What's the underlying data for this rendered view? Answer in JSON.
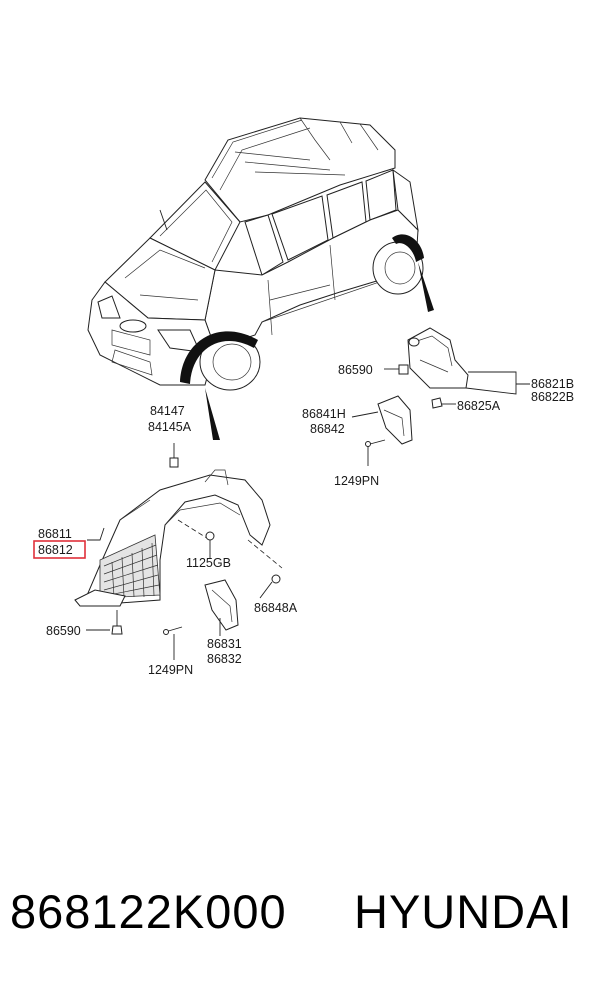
{
  "diagram": {
    "labels": {
      "l84147": "84147",
      "l84145A": "84145A",
      "l86811": "86811",
      "l86812": "86812",
      "l1125GB": "1125GB",
      "l86590_front": "86590",
      "l86848A": "86848A",
      "l86831": "86831",
      "l86832": "86832",
      "l1249PN_front": "1249PN",
      "l86590_rear": "86590",
      "l86821B": "86821B",
      "l86822B": "86822B",
      "l86841H": "86841H",
      "l86842": "86842",
      "l86825A": "86825A",
      "l1249PN_rear": "1249PN"
    },
    "highlight_color": "#e0303a"
  },
  "caption": {
    "part_number": "868122K000",
    "brand": "HYUNDAI"
  }
}
